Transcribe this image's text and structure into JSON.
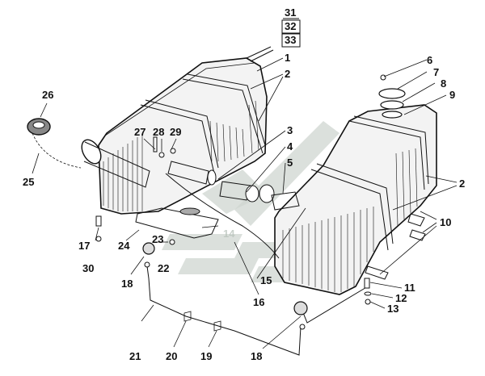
{
  "diagram": {
    "labels": [
      {
        "id": "1",
        "text": "1"
      },
      {
        "id": "2a",
        "text": "2"
      },
      {
        "id": "2b",
        "text": "2"
      },
      {
        "id": "3",
        "text": "3"
      },
      {
        "id": "4",
        "text": "4"
      },
      {
        "id": "5",
        "text": "5"
      },
      {
        "id": "6",
        "text": "6"
      },
      {
        "id": "7",
        "text": "7"
      },
      {
        "id": "8",
        "text": "8"
      },
      {
        "id": "9",
        "text": "9"
      },
      {
        "id": "10",
        "text": "10"
      },
      {
        "id": "11",
        "text": "11"
      },
      {
        "id": "12",
        "text": "12"
      },
      {
        "id": "13",
        "text": "13"
      },
      {
        "id": "14",
        "text": "14"
      },
      {
        "id": "15",
        "text": "15"
      },
      {
        "id": "16",
        "text": "16"
      },
      {
        "id": "17",
        "text": "17"
      },
      {
        "id": "18a",
        "text": "18"
      },
      {
        "id": "18b",
        "text": "18"
      },
      {
        "id": "19",
        "text": "19"
      },
      {
        "id": "20",
        "text": "20"
      },
      {
        "id": "21",
        "text": "21"
      },
      {
        "id": "22",
        "text": "22"
      },
      {
        "id": "23",
        "text": "23"
      },
      {
        "id": "24",
        "text": "24"
      },
      {
        "id": "25",
        "text": "25"
      },
      {
        "id": "26",
        "text": "26"
      },
      {
        "id": "27",
        "text": "27"
      },
      {
        "id": "28",
        "text": "28"
      },
      {
        "id": "29",
        "text": "29"
      },
      {
        "id": "30",
        "text": "30"
      },
      {
        "id": "31",
        "text": "31"
      },
      {
        "id": "32",
        "text": "32"
      },
      {
        "id": "33",
        "text": "33"
      }
    ]
  }
}
